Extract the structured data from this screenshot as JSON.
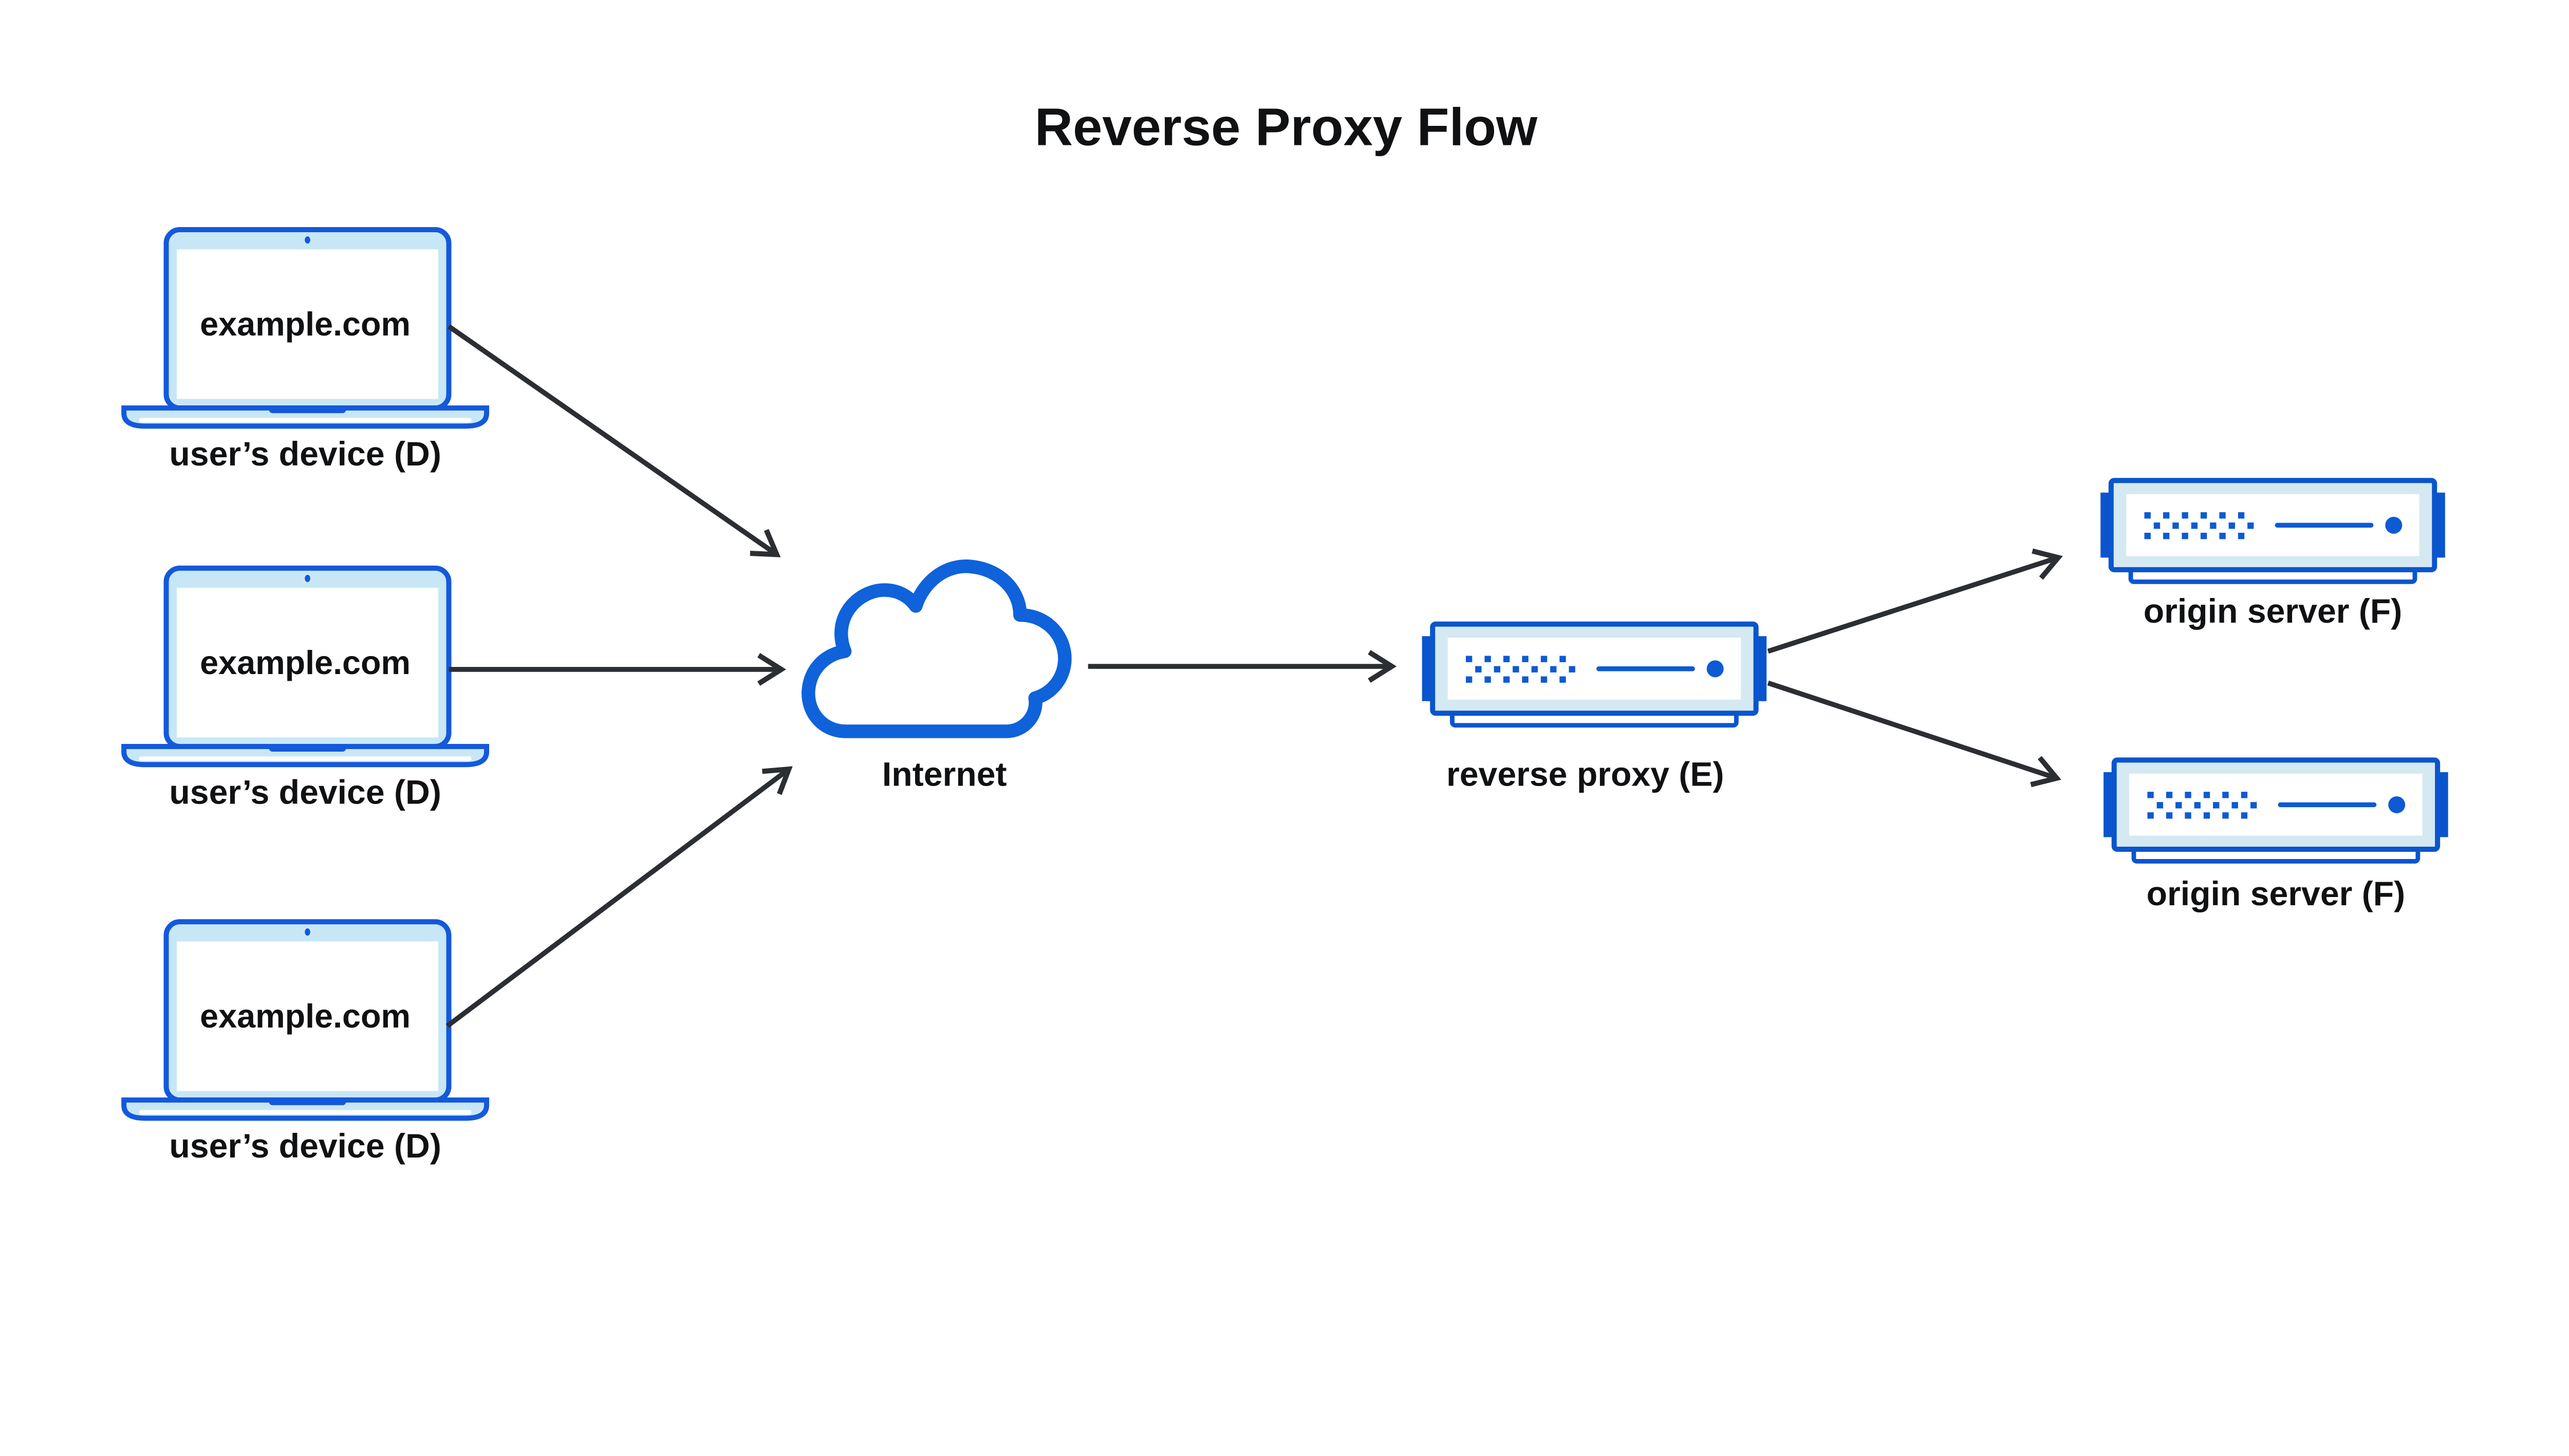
{
  "title": "Reverse Proxy Flow",
  "nodes": {
    "devices": [
      {
        "screen_text": "example.com",
        "label": "user’s device (D)"
      },
      {
        "screen_text": "example.com",
        "label": "user’s device (D)"
      },
      {
        "screen_text": "example.com",
        "label": "user’s device (D)"
      }
    ],
    "internet": {
      "label": "Internet"
    },
    "reverse_proxy": {
      "label": "reverse proxy (E)"
    },
    "origin_servers": [
      {
        "label": "origin server (F)"
      },
      {
        "label": "origin server (F)"
      }
    ]
  },
  "arrows": [
    {
      "from": "user's device (D) #1",
      "to": "Internet"
    },
    {
      "from": "user's device (D) #2",
      "to": "Internet"
    },
    {
      "from": "user's device (D) #3",
      "to": "Internet"
    },
    {
      "from": "Internet",
      "to": "reverse proxy (E)"
    },
    {
      "from": "reverse proxy (E)",
      "to": "origin server (F) #1"
    },
    {
      "from": "reverse proxy (E)",
      "to": "origin server (F) #2"
    }
  ],
  "colors": {
    "background": "#ffffff",
    "text": "#101113",
    "laptop_outline": "#1459dc",
    "laptop_body_fill": "#c8e7f6",
    "screen_fill": "#ffffff",
    "cloud_outline": "#0f62da",
    "server_outline": "#0a55cd",
    "server_body_fill": "#d5e9f2",
    "server_accent": "#0d5ad3",
    "arrow": "#2b2e33"
  }
}
